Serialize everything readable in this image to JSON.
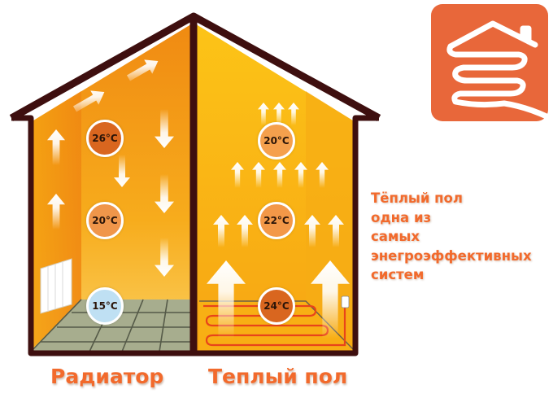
{
  "captions": {
    "radiator": "Радиатор",
    "warm_floor": "Теплый пол"
  },
  "side_text": {
    "lines": [
      "Тёплый пол",
      "одна из",
      "самых",
      "энегроэффективных",
      "систем"
    ]
  },
  "radiator_room": {
    "temperatures": [
      {
        "label": "26°C",
        "color": "#d9661f"
      },
      {
        "label": "20°C",
        "color": "#f0964a"
      },
      {
        "label": "15°C",
        "color": "#bfe0f3"
      }
    ]
  },
  "floor_room": {
    "temperatures": [
      {
        "label": "20°C",
        "color": "#f5a04d"
      },
      {
        "label": "22°C",
        "color": "#f39848"
      },
      {
        "label": "24°C",
        "color": "#d9661f"
      }
    ]
  },
  "logo": {
    "icon": "house-heating-coil-icon",
    "background": "#e8673a"
  },
  "colors": {
    "frame": "#3e0f0f",
    "radiator_room": "#f7a81b",
    "floor_room": "#fbbf16",
    "accent_text": "#f26a2c"
  }
}
